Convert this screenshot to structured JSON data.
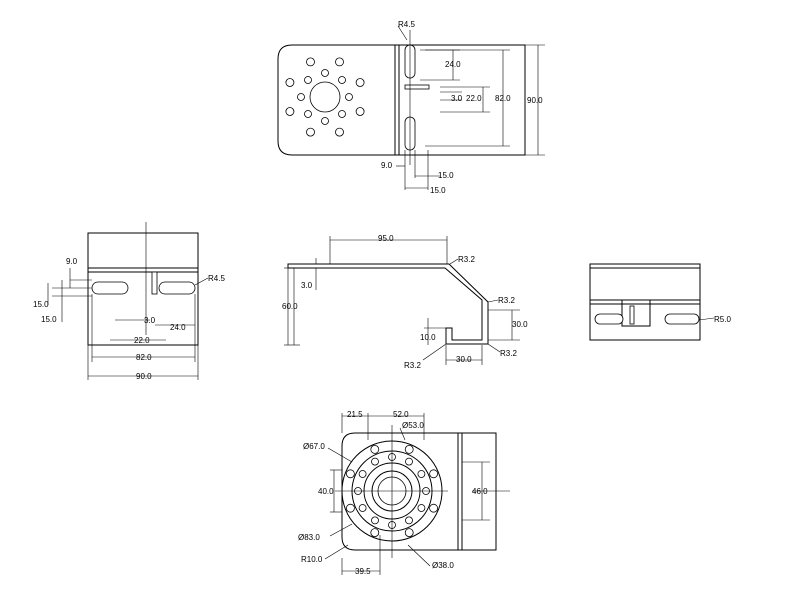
{
  "top_view": {
    "labels": [
      "R4.5",
      "24.0",
      "3.0",
      "22.0",
      "82.0",
      "90.0",
      "9.0",
      "15.0",
      "15.0"
    ]
  },
  "front_view": {
    "labels": [
      "9.0",
      "R4.5",
      "15.0",
      "15.0",
      "3.0",
      "24.0",
      "22.0",
      "82.0",
      "90.0"
    ]
  },
  "section_view": {
    "labels": [
      "95.0",
      "R3.2",
      "3.0",
      "R3.2",
      "60.0",
      "30.0",
      "10.0",
      "R3.2",
      "30.0",
      "R3.2"
    ]
  },
  "side_view": {
    "labels": [
      "R5.0"
    ]
  },
  "bottom_view": {
    "labels": [
      "21.5",
      "52.0",
      "Ø53.0",
      "Ø67.0",
      "40.0",
      "46.0",
      "Ø83.0",
      "R10.0",
      "39.5",
      "Ø38.0"
    ]
  }
}
